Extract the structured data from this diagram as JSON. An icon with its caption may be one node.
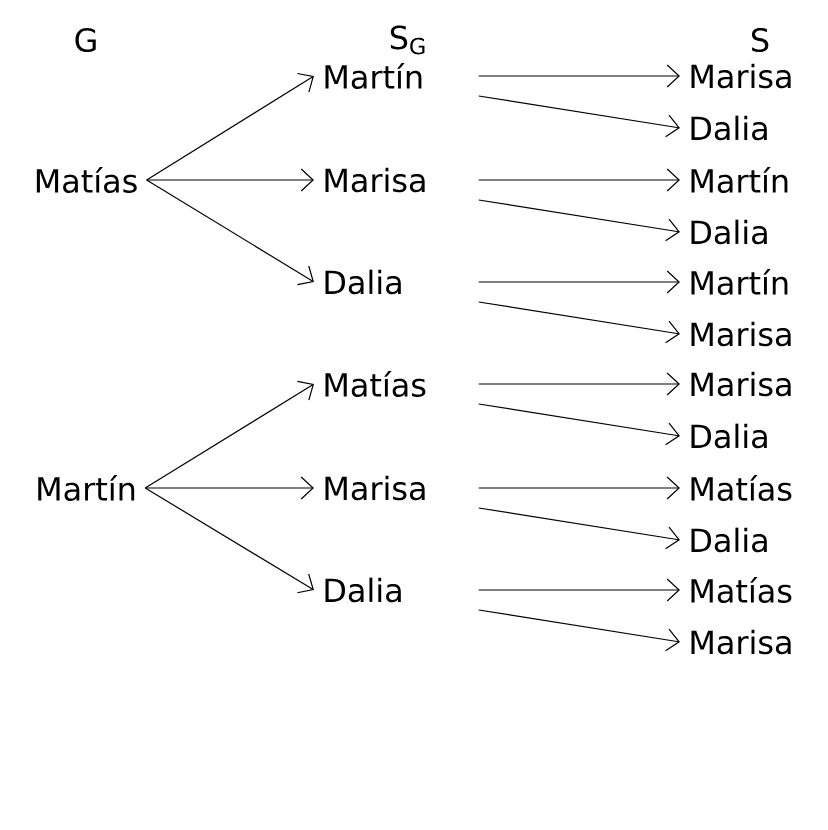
{
  "diagram": {
    "nodes": [
      {
        "text": [
          "Matías"
        ]
      },
      {
        "text": [
          "Martín"
        ]
      },
      {
        "text": [
          "Marisa"
        ]
      },
      {
        "text": [
          "Dalia"
        ]
      },
      {
        "text": [
          "Marisa"
        ]
      },
      {
        "text": [
          "Dalia"
        ]
      },
      {
        "text": [
          "Martín"
        ]
      },
      {
        "text": [
          "Dalia"
        ]
      },
      {
        "text": [
          "Martín"
        ]
      },
      {
        "text": [
          "Marisa"
        ]
      },
      {
        "text": [
          "Martín"
        ]
      },
      {
        "text": [
          "Matías"
        ]
      },
      {
        "text": [
          "Marisa"
        ]
      },
      {
        "text": [
          "Dalia"
        ]
      },
      {
        "text": [
          "Marisa"
        ]
      },
      {
        "text": [
          "Dalia"
        ]
      },
      {
        "text": [
          "Matías"
        ]
      },
      {
        "text": [
          "Dalia"
        ]
      },
      {
        "text": [
          "Matías"
        ]
      },
      {
        "text": [
          "Marisa"
        ]
      }
    ],
    "edges": [
      {
        "from": 0,
        "to": 1,
        "arrow": "to"
      },
      {
        "from": 0,
        "to": 2,
        "arrow": "to"
      },
      {
        "from": 0,
        "to": 3,
        "arrow": "to"
      },
      {
        "from": 1,
        "to": 4,
        "arrow": "to"
      },
      {
        "from": 1,
        "to": 5,
        "arrow": "to"
      },
      {
        "from": 2,
        "to": 6,
        "arrow": "to"
      },
      {
        "from": 2,
        "to": 7,
        "arrow": "to"
      },
      {
        "from": 3,
        "to": 8,
        "arrow": "to"
      },
      {
        "from": 3,
        "to": 9,
        "arrow": "to"
      },
      {
        "from": 10,
        "to": 11,
        "arrow": "to"
      },
      {
        "from": 10,
        "to": 12,
        "arrow": "to"
      },
      {
        "from": 10,
        "to": 13,
        "arrow": "to"
      },
      {
        "from": 11,
        "to": 14,
        "arrow": "to"
      },
      {
        "from": 11,
        "to": 15,
        "arrow": "to"
      },
      {
        "from": 12,
        "to": 16,
        "arrow": "to"
      },
      {
        "from": 12,
        "to": 17,
        "arrow": "to"
      },
      {
        "from": 13,
        "to": 18,
        "arrow": "to"
      },
      {
        "from": 13,
        "to": 19,
        "arrow": "to"
      }
    ],
    "labels": [
      "G",
      "S$_{G}$",
      "S"
    ]
  }
}
